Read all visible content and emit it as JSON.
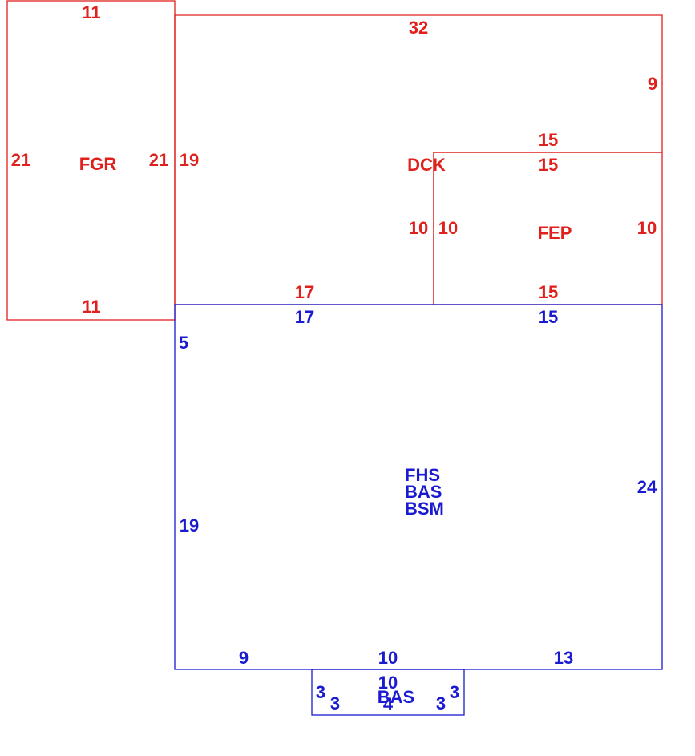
{
  "colors": {
    "red": "#e0201c",
    "blue": "#1a1ad0",
    "background": "#ffffff"
  },
  "areas": {
    "fgr": {
      "code": "FGR",
      "top": "11",
      "bottom": "11",
      "left": "21",
      "right": "21"
    },
    "dck": {
      "code": "DCK",
      "top": "32",
      "right": "9",
      "left": "19",
      "bottom": "17",
      "inner_vertical": "10",
      "inner_horizontal": "15"
    },
    "fep": {
      "code": "FEP",
      "top": "15",
      "bottom": "15",
      "left": "10",
      "right": "10"
    },
    "main": {
      "codes": [
        "FHS",
        "BAS",
        "BSM"
      ],
      "top_left": "17",
      "top_right": "15",
      "left_upper": "5",
      "left_lower": "19",
      "right": "24",
      "bottom_left": "9",
      "bottom_mid": "10",
      "bottom_right": "13"
    },
    "bay": {
      "code": "BAS",
      "top": "10",
      "bottom": "4",
      "left_outer": "3",
      "left_inner": "3",
      "right_inner": "3",
      "right_outer": "3"
    }
  }
}
